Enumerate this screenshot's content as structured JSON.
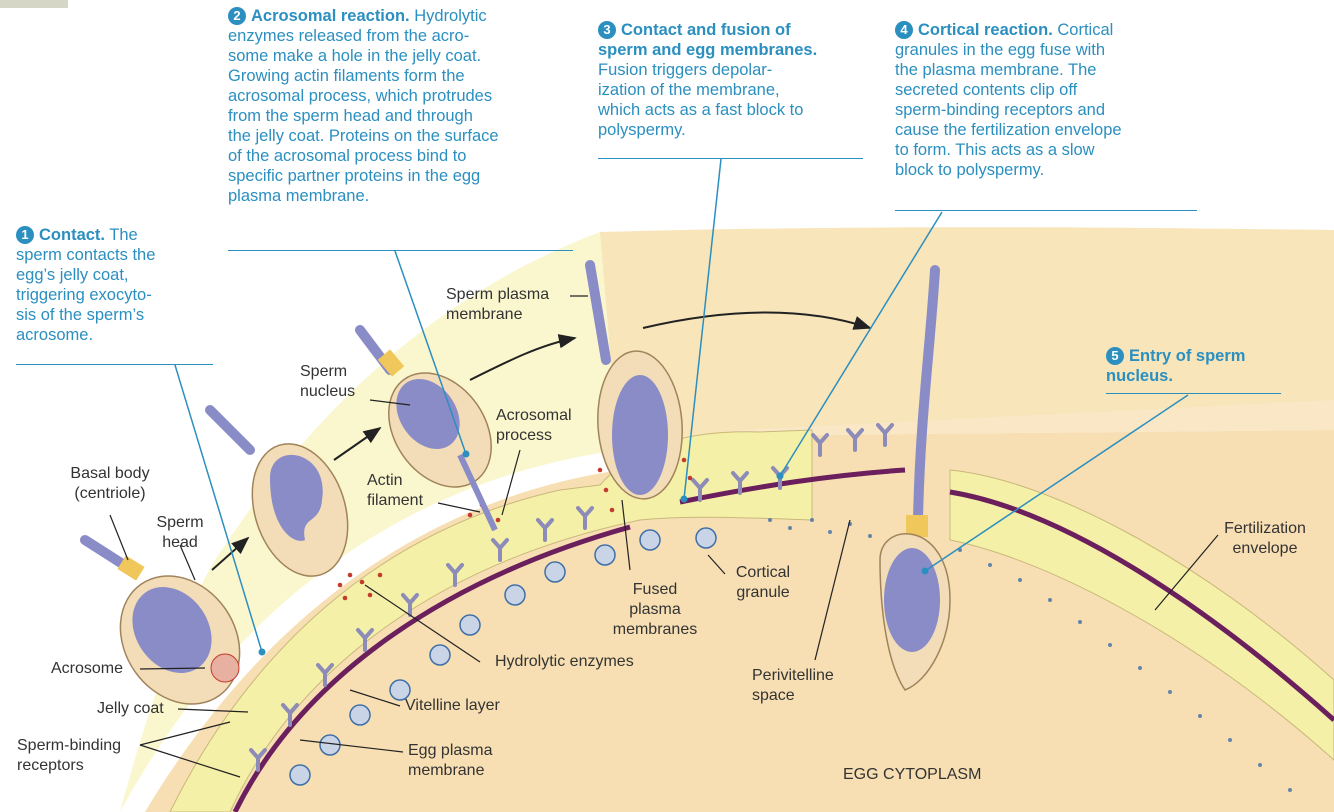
{
  "steps": [
    {
      "num": "1",
      "title": "Contact.",
      "lines": [
        " The",
        "sperm contacts the",
        "egg’s jelly coat,",
        "triggering exocyto-",
        "sis of the sperm’s",
        "acrosome."
      ]
    },
    {
      "num": "2",
      "title": "Acrosomal reaction.",
      "lines": [
        " Hydrolytic",
        "enzymes released from the acro-",
        "some make a hole in the jelly coat.",
        "Growing actin filaments form the",
        "acrosomal process, which protrudes",
        "from the sperm head and through",
        "the jelly coat. Proteins on the surface",
        "of the acrosomal process bind to",
        "specific partner proteins in the egg",
        "plasma membrane."
      ]
    },
    {
      "num": "3",
      "title_lines": [
        "Contact and fusion of",
        "sperm and egg membranes."
      ],
      "lines": [
        "Fusion triggers depolar-",
        "ization of the membrane,",
        "which acts as a fast block to",
        "polyspermy."
      ]
    },
    {
      "num": "4",
      "title": "Cortical reaction.",
      "lines": [
        " Cortical",
        "granules in the egg fuse with",
        "the plasma membrane. The",
        "secreted contents clip off",
        "sperm-binding receptors and",
        "cause the fertilization envelope",
        "to form. This acts as a slow",
        "block to polyspermy."
      ]
    },
    {
      "num": "5",
      "title_lines": [
        "Entry of sperm",
        "nucleus."
      ]
    }
  ],
  "labels": {
    "basal_body": [
      "Basal body",
      "(centriole)"
    ],
    "sperm_head": [
      "Sperm",
      "head"
    ],
    "acrosome": "Acrosome",
    "jelly_coat": "Jelly coat",
    "sperm_binding_receptors": [
      "Sperm-binding",
      "receptors"
    ],
    "sperm_nucleus": [
      "Sperm",
      "nucleus"
    ],
    "actin_filament": [
      "Actin",
      "filament"
    ],
    "acrosomal_process": [
      "Acrosomal",
      "process"
    ],
    "sperm_plasma_membrane": [
      "Sperm plasma",
      "membrane"
    ],
    "hydrolytic_enzymes": "Hydrolytic enzymes",
    "vitelline_layer": "Vitelline layer",
    "egg_plasma_membrane": [
      "Egg plasma",
      "membrane"
    ],
    "fused_plasma_membranes": [
      "Fused",
      "plasma",
      "membranes"
    ],
    "cortical_granule": [
      "Cortical",
      "granule"
    ],
    "perivitelline_space": [
      "Perivitelline",
      "space"
    ],
    "fertilization_envelope": [
      "Fertilization",
      "envelope"
    ],
    "egg_cytoplasm": "EGG CYTOPLASM"
  },
  "colors": {
    "caption_blue": "#2b8fc0",
    "jelly_coat": "#f5f0a8",
    "cytoplasm": "#f7dfb3",
    "membrane": "#6b1f5c",
    "receptor": "#8d8cb8",
    "nucleus": "#8a8cc7",
    "sperm_body": "#f2ddb8",
    "enzymes": "#c43a2c",
    "granule": "#3f6fa8"
  }
}
